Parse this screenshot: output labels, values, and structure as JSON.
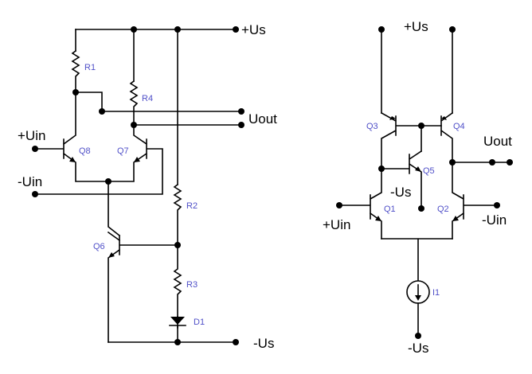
{
  "colors": {
    "wire": "#000000",
    "component_label": "#5050c8",
    "background": "#ffffff"
  },
  "left_circuit": {
    "terminals": {
      "pos_supply": "+Us",
      "neg_supply": "-Us",
      "output": "Uout",
      "pos_input": "+Uin",
      "neg_input": "-Uin"
    },
    "components": {
      "r1": "R1",
      "r2": "R2",
      "r3": "R3",
      "r4": "R4",
      "q6": "Q6",
      "q7": "Q7",
      "q8": "Q8",
      "d1": "D1"
    }
  },
  "right_circuit": {
    "terminals": {
      "pos_supply": "+Us",
      "neg_supply_mid": "-Us",
      "neg_supply_bottom": "-Us",
      "output": "Uout",
      "pos_input": "+Uin",
      "neg_input": "-Uin"
    },
    "components": {
      "q1": "Q1",
      "q2": "Q2",
      "q3": "Q3",
      "q4": "Q4",
      "q5": "Q5",
      "i1": "I1"
    }
  }
}
